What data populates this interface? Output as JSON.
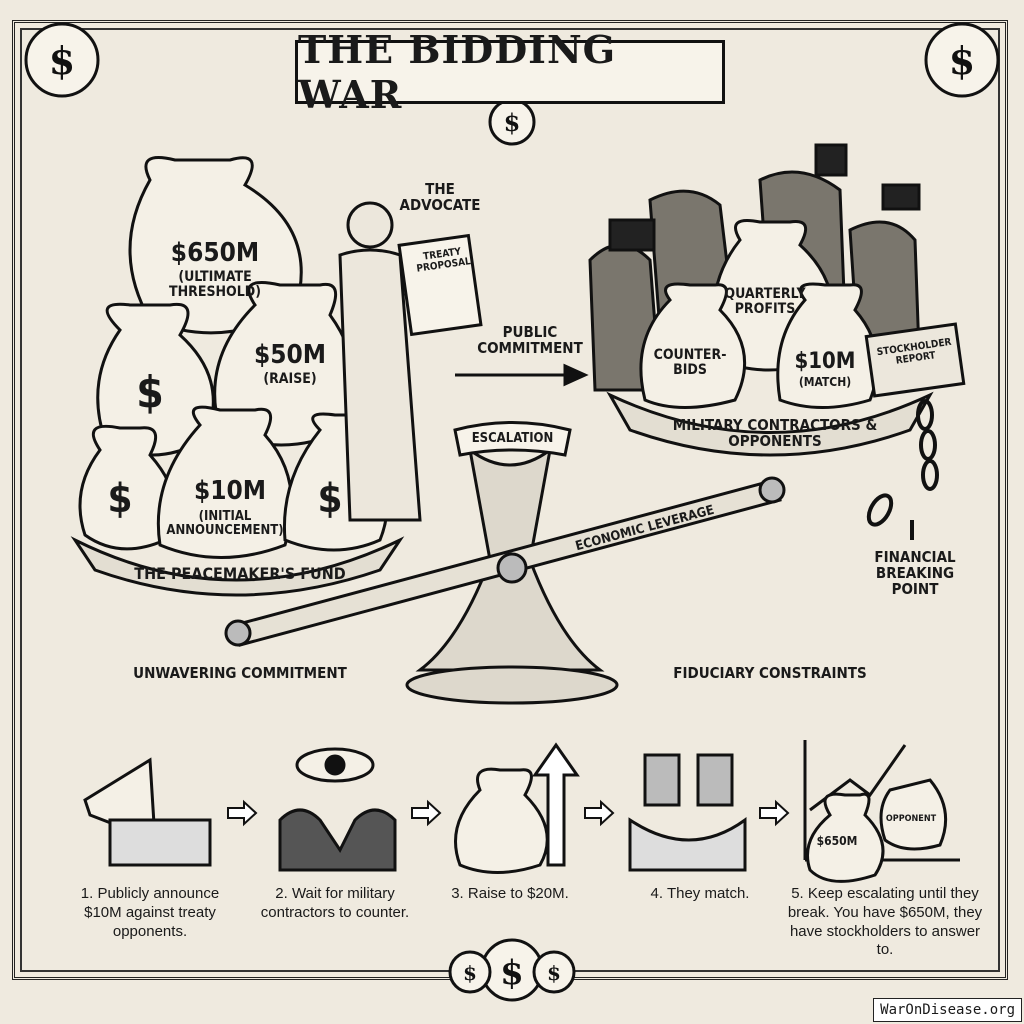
{
  "title": "THE BIDDING WAR",
  "left_pan": {
    "label": "THE PEACEMAKER'S FUND",
    "bags": [
      {
        "amount": "$650M",
        "note": "(ULTIMATE THRESHOLD)"
      },
      {
        "amount": "$50M",
        "note": "(RAISE)"
      },
      {
        "amount": "$10M",
        "note": "(INITIAL ANNOUNCEMENT)"
      },
      {
        "amount": "$"
      },
      {
        "amount": "$"
      },
      {
        "amount": "$"
      }
    ]
  },
  "advocate": {
    "label": "THE ADVOCATE",
    "scroll": "TREATY PROPOSAL"
  },
  "arrow_label": "PUBLIC COMMITMENT",
  "right_pan": {
    "label": "MILITARY CONTRACTORS & OPPONENTS",
    "bags": [
      {
        "amount": "QUARTERLY PROFITS"
      },
      {
        "amount": "COUNTER-BIDS"
      },
      {
        "amount": "$10M",
        "note": "(MATCH)"
      }
    ],
    "briefcase": "STOCKHOLDER REPORT"
  },
  "fulcrum": "ESCALATION",
  "beam": "ECONOMIC LEVERAGE",
  "breaking_point": "FINANCIAL BREAKING POINT",
  "left_caption": "UNWAVERING COMMITMENT",
  "right_caption": "FIDUCIARY CONSTRAINTS",
  "steps": [
    {
      "icon": "megaphone",
      "text": "1. Publicly announce $10M against treaty opponents."
    },
    {
      "icon": "eye-handshake",
      "text": "2. Wait for military contractors to counter."
    },
    {
      "icon": "money-bag-up",
      "text": "3. Raise to $20M."
    },
    {
      "icon": "coins-equal",
      "text": "4. They match."
    },
    {
      "icon": "chart-broken-chain",
      "text": "5. Keep escalating until they break. You have $650M, they have stockholders to answer to.",
      "bag": "$650M",
      "opponent": "OPPONENT"
    }
  ],
  "watermark": "WarOnDisease.org"
}
